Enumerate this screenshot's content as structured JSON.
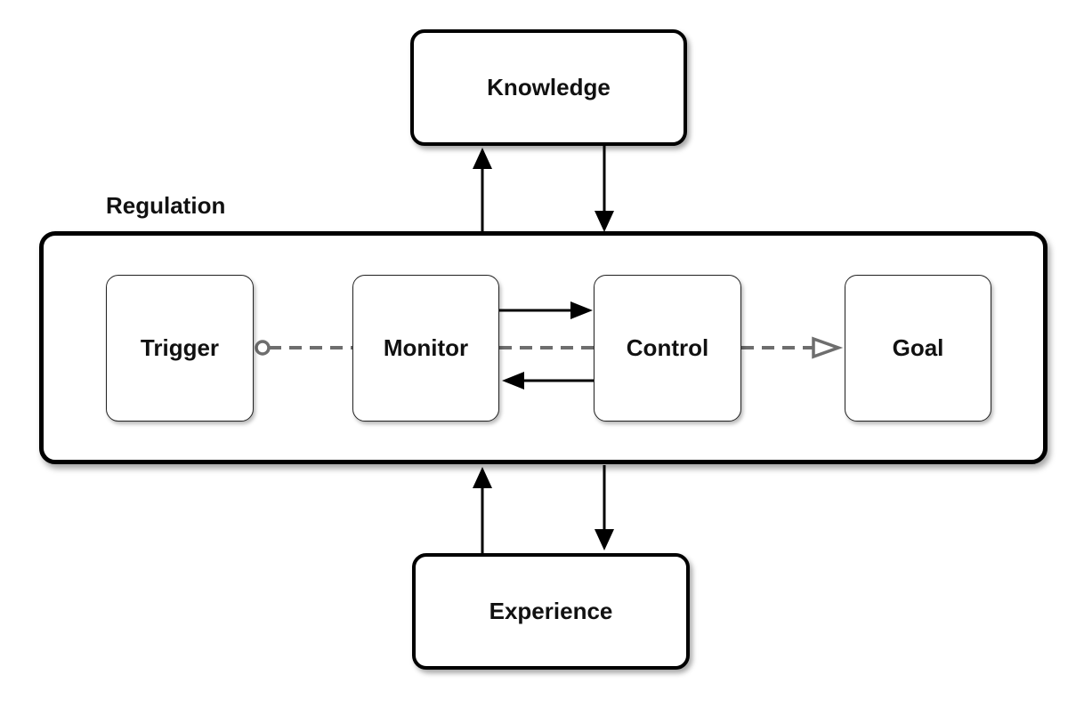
{
  "diagram": {
    "region_label": "Regulation",
    "nodes": {
      "knowledge": "Knowledge",
      "experience": "Experience",
      "trigger": "Trigger",
      "monitor": "Monitor",
      "control": "Control",
      "goal": "Goal"
    },
    "edges": [
      {
        "from": "regulation",
        "to": "knowledge",
        "style": "solid"
      },
      {
        "from": "knowledge",
        "to": "regulation",
        "style": "solid"
      },
      {
        "from": "experience",
        "to": "regulation",
        "style": "solid"
      },
      {
        "from": "regulation",
        "to": "experience",
        "style": "solid"
      },
      {
        "from": "trigger",
        "to": "monitor",
        "style": "dashed",
        "start_marker": "open-circle"
      },
      {
        "from": "monitor",
        "to": "control",
        "style": "solid"
      },
      {
        "from": "control",
        "to": "monitor",
        "style": "solid"
      },
      {
        "from": "monitor",
        "to": "control",
        "style": "dashed"
      },
      {
        "from": "control",
        "to": "goal",
        "style": "dashed",
        "end_marker": "open-triangle"
      }
    ],
    "colors": {
      "solid_line": "#000000",
      "dashed_line": "#6e6e6e",
      "box_fill": "#ffffff",
      "text": "#111111"
    }
  }
}
